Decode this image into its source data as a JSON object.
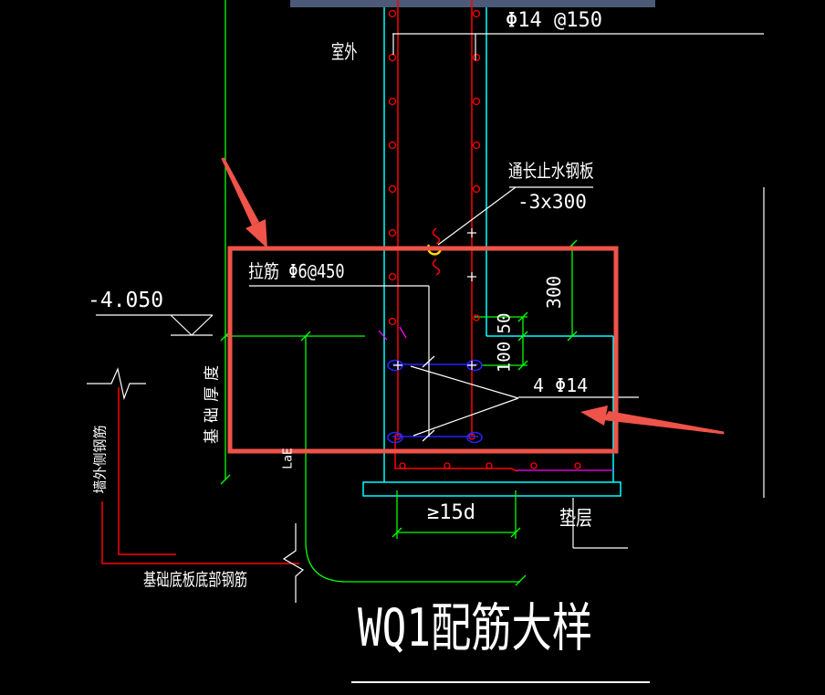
{
  "drawing": {
    "title": "WQ1配筋大样",
    "labels": {
      "wall_vertical_rebar": "Φ14 @150",
      "outdoor": "室外",
      "waterstop_name": "通长止水钢板",
      "waterstop_size": "-3x300",
      "tie_bar": "拉筋 Φ6@450",
      "elevation": "-4.050",
      "dim_300": "300",
      "dim_50": "50",
      "dim_100": "100",
      "footing_tie_bars": "4 Φ14",
      "bend_length": "≥15d",
      "bedding_layer": "垫层",
      "foundation_thickness": "基础厚度",
      "anchorage_note": "LaE",
      "wall_outer_rebar": "墙外侧钢筋",
      "foundation_bottom_rebar": "基础底板底部钢筋"
    },
    "colors": {
      "background": "#000000",
      "outline_cyan": "#00ffff",
      "rebar_red": "#ff0000",
      "dimension_green": "#00ff00",
      "text_white": "#ffffff",
      "tie_blue": "#2323ff",
      "aux_magenta": "#ff00ff",
      "waterstop_yellow": "#ffd900",
      "markup_red": "#ef5349",
      "scrollbar_gray_blue": "#4c5a78"
    }
  }
}
